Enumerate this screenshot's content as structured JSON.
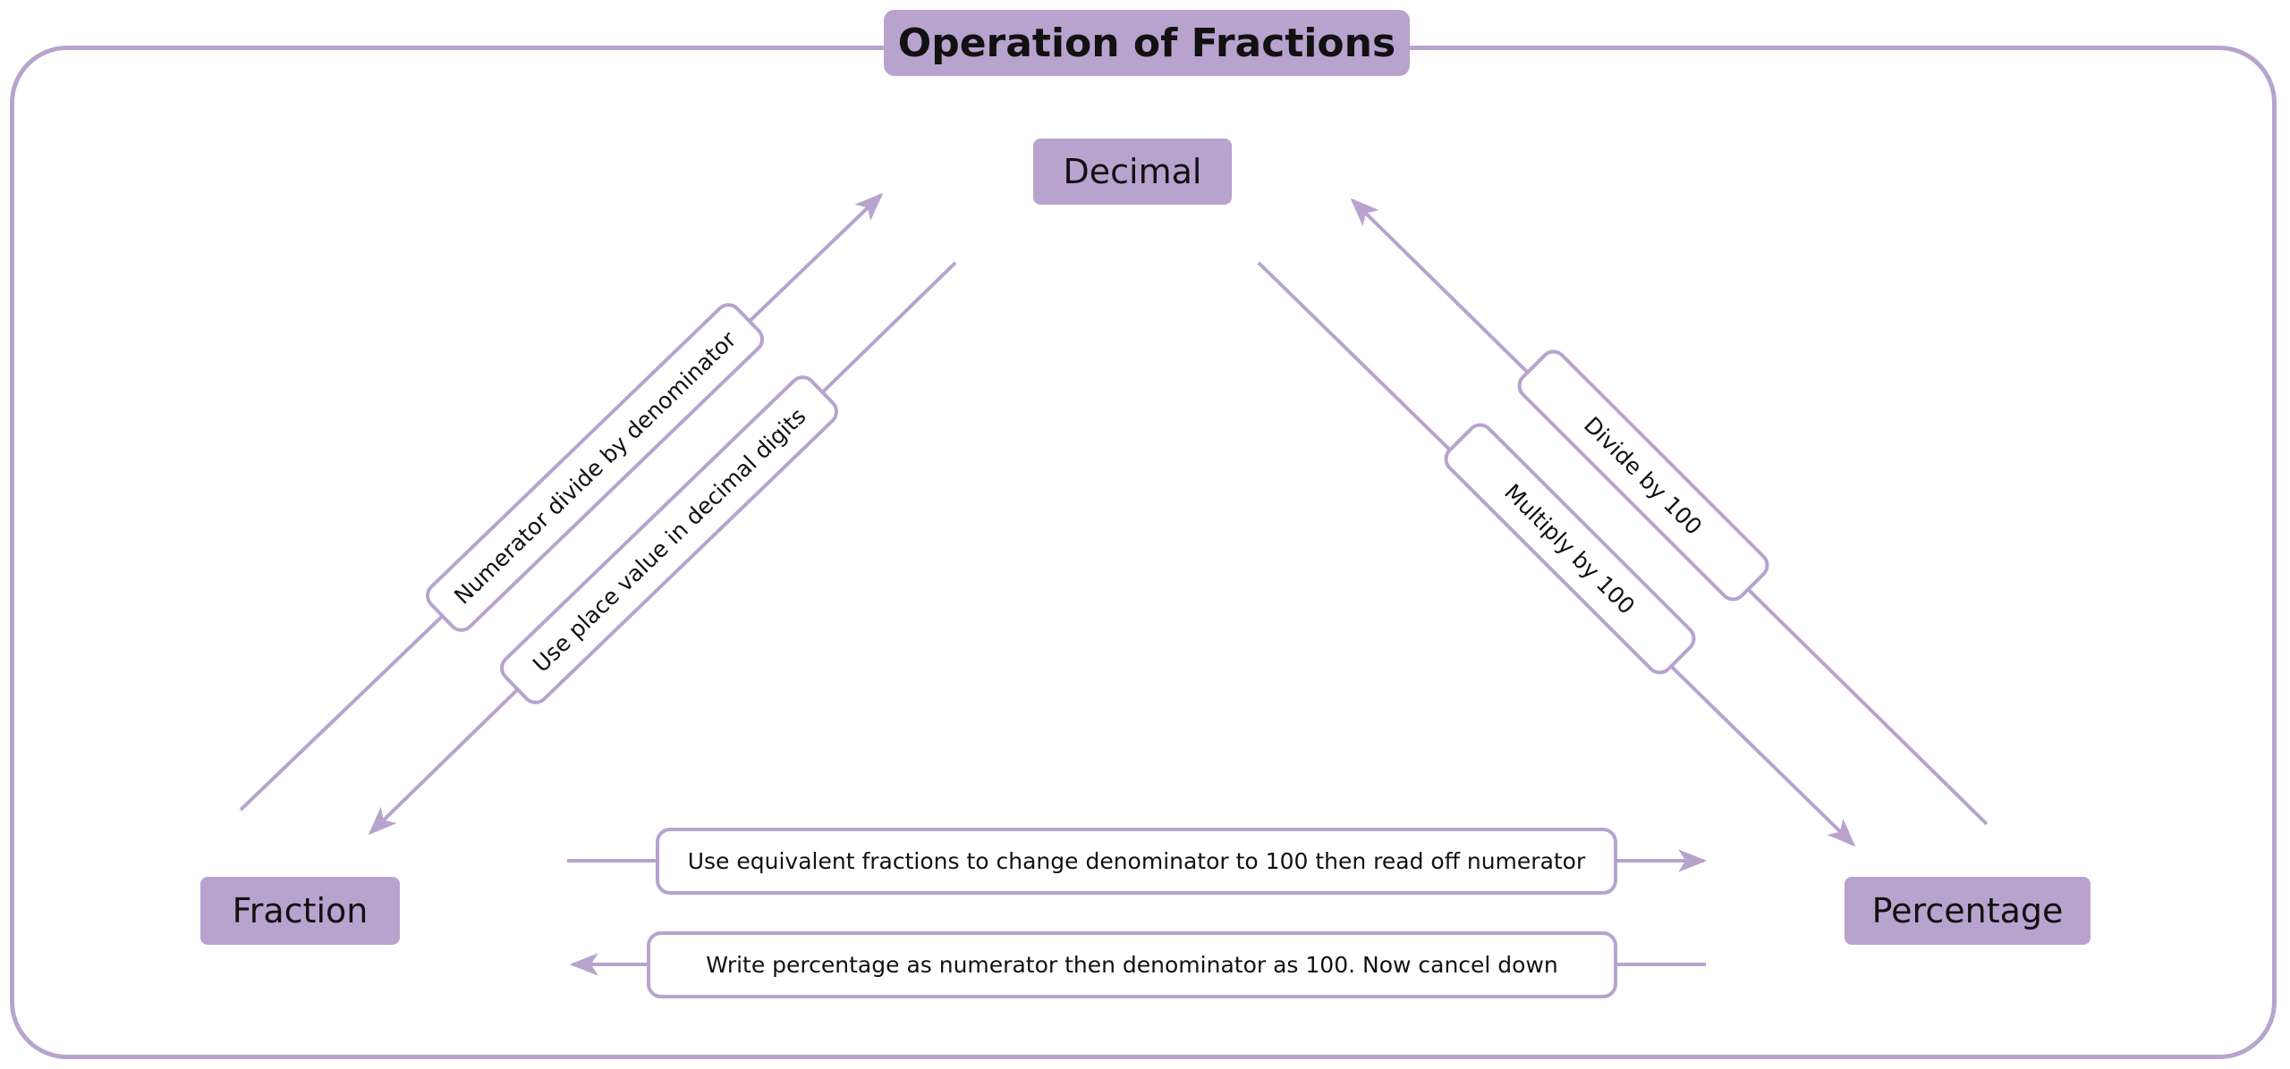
{
  "title": "Operation of Fractions",
  "nodes": {
    "decimal": "Decimal",
    "fraction": "Fraction",
    "percentage": "Percentage"
  },
  "operations": {
    "fraction_to_decimal": "Numerator divide by denominator",
    "decimal_to_fraction": "Use place value in decimal digits",
    "percentage_to_decimal": "Divide by 100",
    "decimal_to_percentage": "Multiply by 100",
    "fraction_to_percentage": "Use equivalent fractions to change denominator to 100 then read off numerator",
    "percentage_to_fraction": "Write percentage as numerator then denominator as 100. Now cancel down"
  },
  "colors": {
    "accent": "#b8a3cf"
  }
}
